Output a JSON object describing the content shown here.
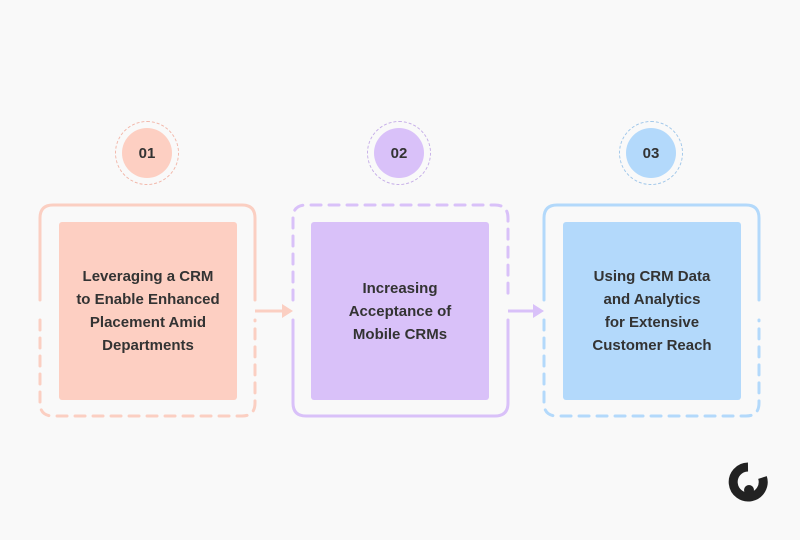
{
  "colors": {
    "background": "#f9f9f9",
    "step1": {
      "fill": "#fdcfc2",
      "stroke": "#fbcfc2",
      "ring": "#f2b8ab"
    },
    "step2": {
      "fill": "#d9c1f9",
      "stroke": "#d9c1f9",
      "ring": "#c7b0e8"
    },
    "step3": {
      "fill": "#b3d9fb",
      "stroke": "#b3d9fb",
      "ring": "#a2c8ea"
    },
    "text": "#333333",
    "logo": "#222222"
  },
  "steps": [
    {
      "number": "01",
      "text": "Leveraging a CRM\nto Enable Enhanced\nPlacement Amid\nDepartments"
    },
    {
      "number": "02",
      "text": "Increasing\nAcceptance of\nMobile CRMs"
    },
    {
      "number": "03",
      "text": "Using CRM Data\nand Analytics\nfor Extensive\nCustomer Reach"
    }
  ],
  "logo": {
    "icon": "c-logo-icon"
  }
}
